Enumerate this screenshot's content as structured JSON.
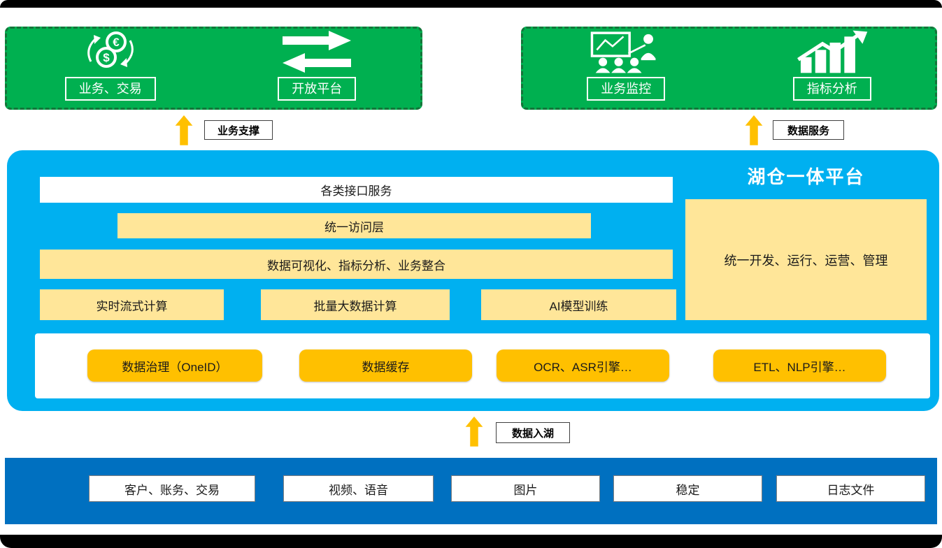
{
  "top_groups": {
    "left": {
      "items": [
        {
          "label": "业务、交易",
          "icon": "currency-exchange-icon"
        },
        {
          "label": "开放平台",
          "icon": "exchange-arrows-icon"
        }
      ]
    },
    "right": {
      "items": [
        {
          "label": "业务监控",
          "icon": "business-monitor-icon"
        },
        {
          "label": "指标分析",
          "icon": "growth-chart-icon"
        }
      ]
    }
  },
  "flow_labels": {
    "business_support": "业务支撑",
    "data_service": "数据服务",
    "data_into_lake": "数据入湖"
  },
  "platform": {
    "title": "湖仓一体平台",
    "interface_bar": "各类接口服务",
    "access_bar": "统一访问层",
    "visual_bar": "数据可视化、指标分析、业务整合",
    "compute": [
      "实时流式计算",
      "批量大数据计算",
      "AI模型训练"
    ],
    "management_panel": "统一开发、运行、运营、管理",
    "engines": [
      "数据治理（OneID）",
      "数据缓存",
      "OCR、ASR引擎…",
      "ETL、NLP引擎…"
    ]
  },
  "data_sources": [
    "客户、账务、交易",
    "视频、语音",
    "图片",
    "稳定",
    "日志文件"
  ],
  "colors": {
    "green": "#00b050",
    "platform_blue": "#00b0f0",
    "source_blue": "#0070c0",
    "light_yellow": "#ffe699",
    "orange": "#ffc000"
  }
}
